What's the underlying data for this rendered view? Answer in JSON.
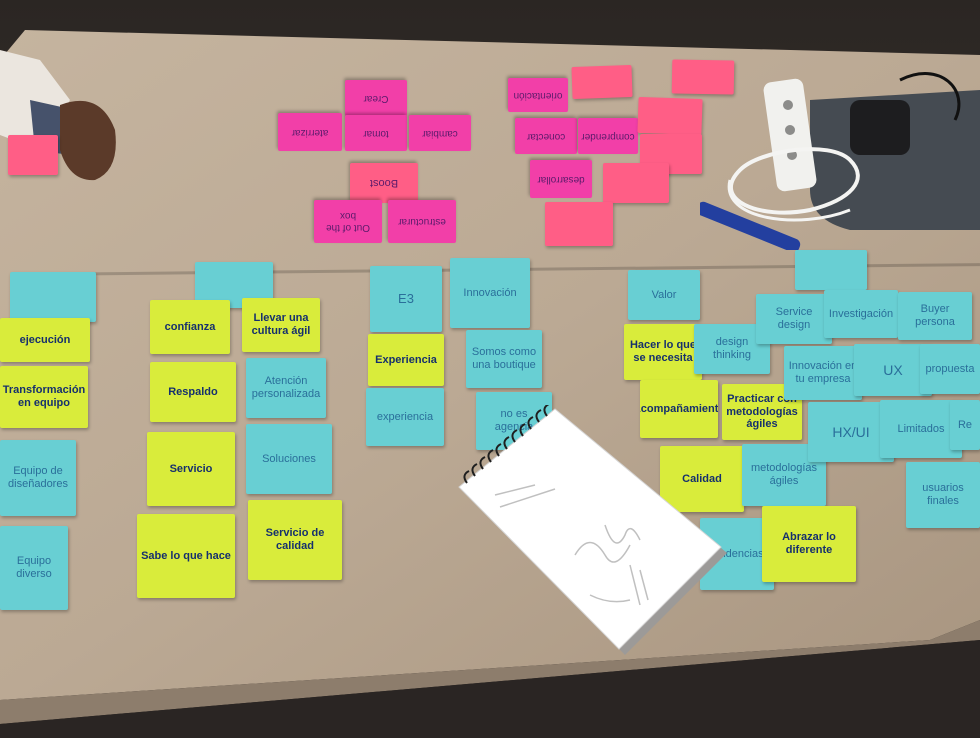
{
  "notes": {
    "pink_top": [
      "Crear",
      "aterrizar",
      "tomar",
      "cambiar",
      "Boost",
      "Out of the box",
      "estructurar",
      "orientación",
      "conectar",
      "comprender",
      "desarrollar"
    ],
    "col1": [
      "ejecución",
      "Transformación en equipo",
      "Equipo de diseñadores",
      "Equipo diverso"
    ],
    "col2": [
      "confianza",
      "Respaldo",
      "Servicio",
      "Sabe lo que hace"
    ],
    "col3": [
      "Llevar una cultura ágil",
      "Atención personalizada",
      "Soluciones",
      "Servicio de calidad"
    ],
    "col4": [
      "E3",
      "Experiencia",
      "experiencia"
    ],
    "col5": [
      "Innovación",
      "Somos como una boutique",
      "no es agencia"
    ],
    "col6": [
      "Valor",
      "Hacer lo que se necesita",
      "Acompañamiento",
      "Calidad"
    ],
    "col7": [
      "design thinking",
      "Practicar con metodologías ágiles",
      "metodologías ágiles",
      "tendencias",
      "Abrazar lo diferente"
    ],
    "col8": [
      "Service design",
      "Innovación en tu empresa",
      "HX/UI"
    ],
    "col9": [
      "Investigación",
      "UX",
      "Limitados",
      "usuarios finales"
    ],
    "col10": [
      "Buyer persona",
      "propuesta",
      "Re"
    ]
  }
}
